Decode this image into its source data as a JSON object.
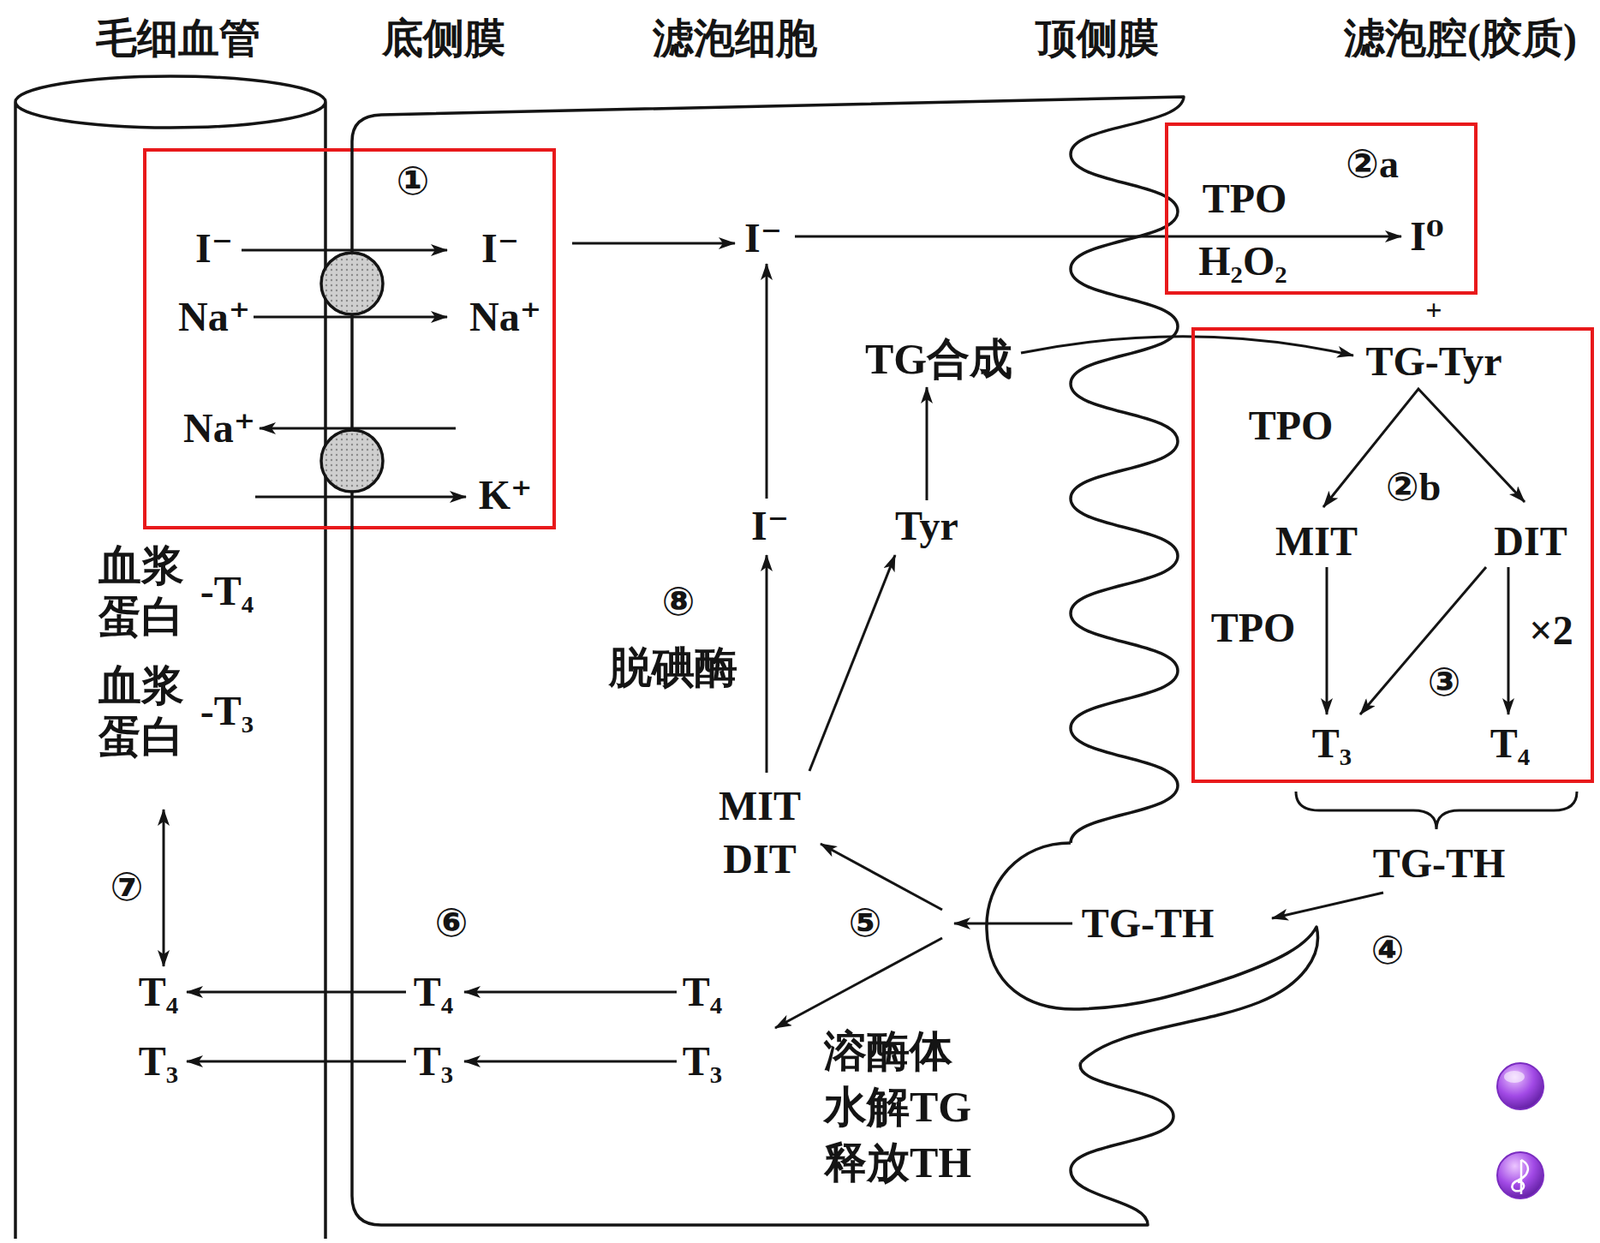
{
  "diagram": {
    "nodes": [
      {
        "text": [
          "血浆 蛋白",
          "-T₄",
          "血浆 蛋白",
          "-T₃",
          "⑦",
          "T₄",
          "T₃"
        ]
      },
      {
        "text": [
          "①",
          "I⁻",
          "I⁻",
          "Na⁺",
          "Na⁺",
          "Na⁺",
          "K⁺"
        ]
      },
      {
        "text": [
          "I⁻",
          "TG合成",
          "I⁻",
          "Tyr",
          "⑧",
          "脱碘酶",
          "MIT DIT",
          "⑥",
          "⑤",
          "T₄",
          "T₄",
          "T₃",
          "T₃",
          "溶酶体 水解TG 释放TH"
        ]
      },
      {
        "text": [
          "TG-TH"
        ],
        "in": 2
      },
      {
        "text": [
          "②a",
          "TPO",
          "I⁰",
          "H₂O₂"
        ]
      },
      {
        "text": [
          "TG-Tyr",
          "TPO",
          "②b",
          "MIT",
          "DIT",
          "TPO",
          "×2",
          "③",
          "T₃",
          "T₄"
        ]
      }
    ],
    "labels": [
      "毛细血管",
      "底侧膜",
      "滤泡细胞",
      "顶侧膜",
      "滤泡腔(胶质)",
      "+",
      "TG-TH",
      "④"
    ]
  }
}
